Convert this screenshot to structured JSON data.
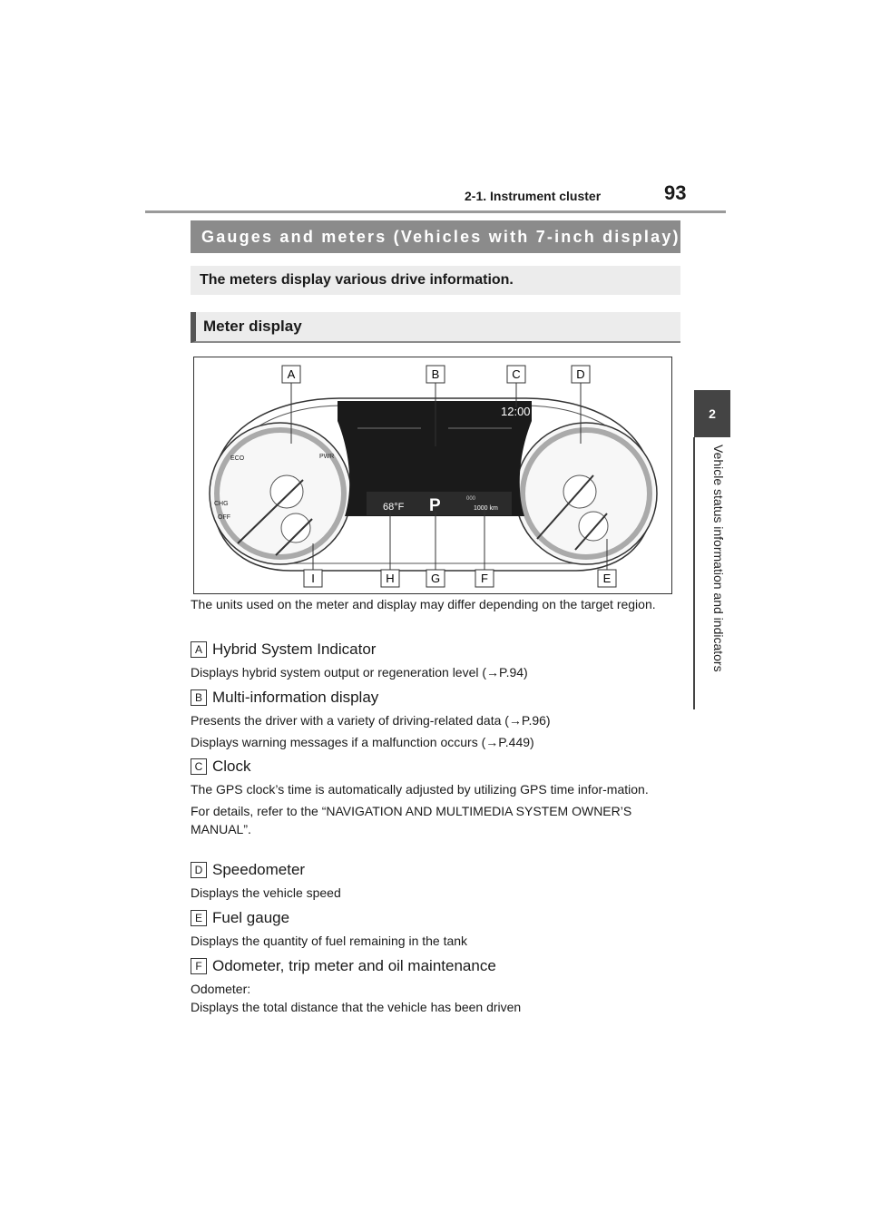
{
  "header": {
    "section": "2-1. Instrument cluster",
    "page_number": "93"
  },
  "side_tab": {
    "number": "2",
    "text": "Vehicle status information and indicators"
  },
  "banner_title": "Gauges and meters (Vehicles with 7-inch display)",
  "intro": "The meters display various drive information.",
  "subheading": "Meter display",
  "figure": {
    "callouts_top": [
      "A",
      "B",
      "C",
      "D"
    ],
    "callouts_bottom": [
      "I",
      "H",
      "G",
      "F",
      "E"
    ],
    "clock": "12:00",
    "temperature": "68°F",
    "shift": "P",
    "odo_top": "000",
    "odometer": "1000 km",
    "gauge_labels": {
      "eco": "ECO",
      "pwr": "PWR",
      "chg": "CHG",
      "off": "OFF"
    }
  },
  "note": "The units used on the meter and display may differ depending on the target region.",
  "items": [
    {
      "letter": "A",
      "title": "Hybrid System Indicator",
      "lines": [
        "Displays hybrid system output or regeneration level (→P.94)"
      ]
    },
    {
      "letter": "B",
      "title": "Multi-information display",
      "lines": [
        "Presents the driver with a variety of driving-related data (→P.96)",
        "Displays warning messages if a malfunction occurs (→P.449)"
      ]
    },
    {
      "letter": "C",
      "title": "Clock",
      "lines": [
        "The GPS clock’s time is automatically adjusted by utilizing GPS time infor-mation.",
        "For details, refer to the “NAVIGATION AND MULTIMEDIA SYSTEM OWNER’S MANUAL”."
      ]
    },
    {
      "letter": "D",
      "title": "Speedometer",
      "lines": [
        "Displays the vehicle speed"
      ]
    },
    {
      "letter": "E",
      "title": "Fuel gauge",
      "lines": [
        "Displays the quantity of fuel remaining in the tank"
      ]
    },
    {
      "letter": "F",
      "title": "Odometer, trip meter and oil maintenance",
      "lines": [
        "Odometer:",
        "Displays the total distance that the vehicle has been driven"
      ]
    }
  ]
}
